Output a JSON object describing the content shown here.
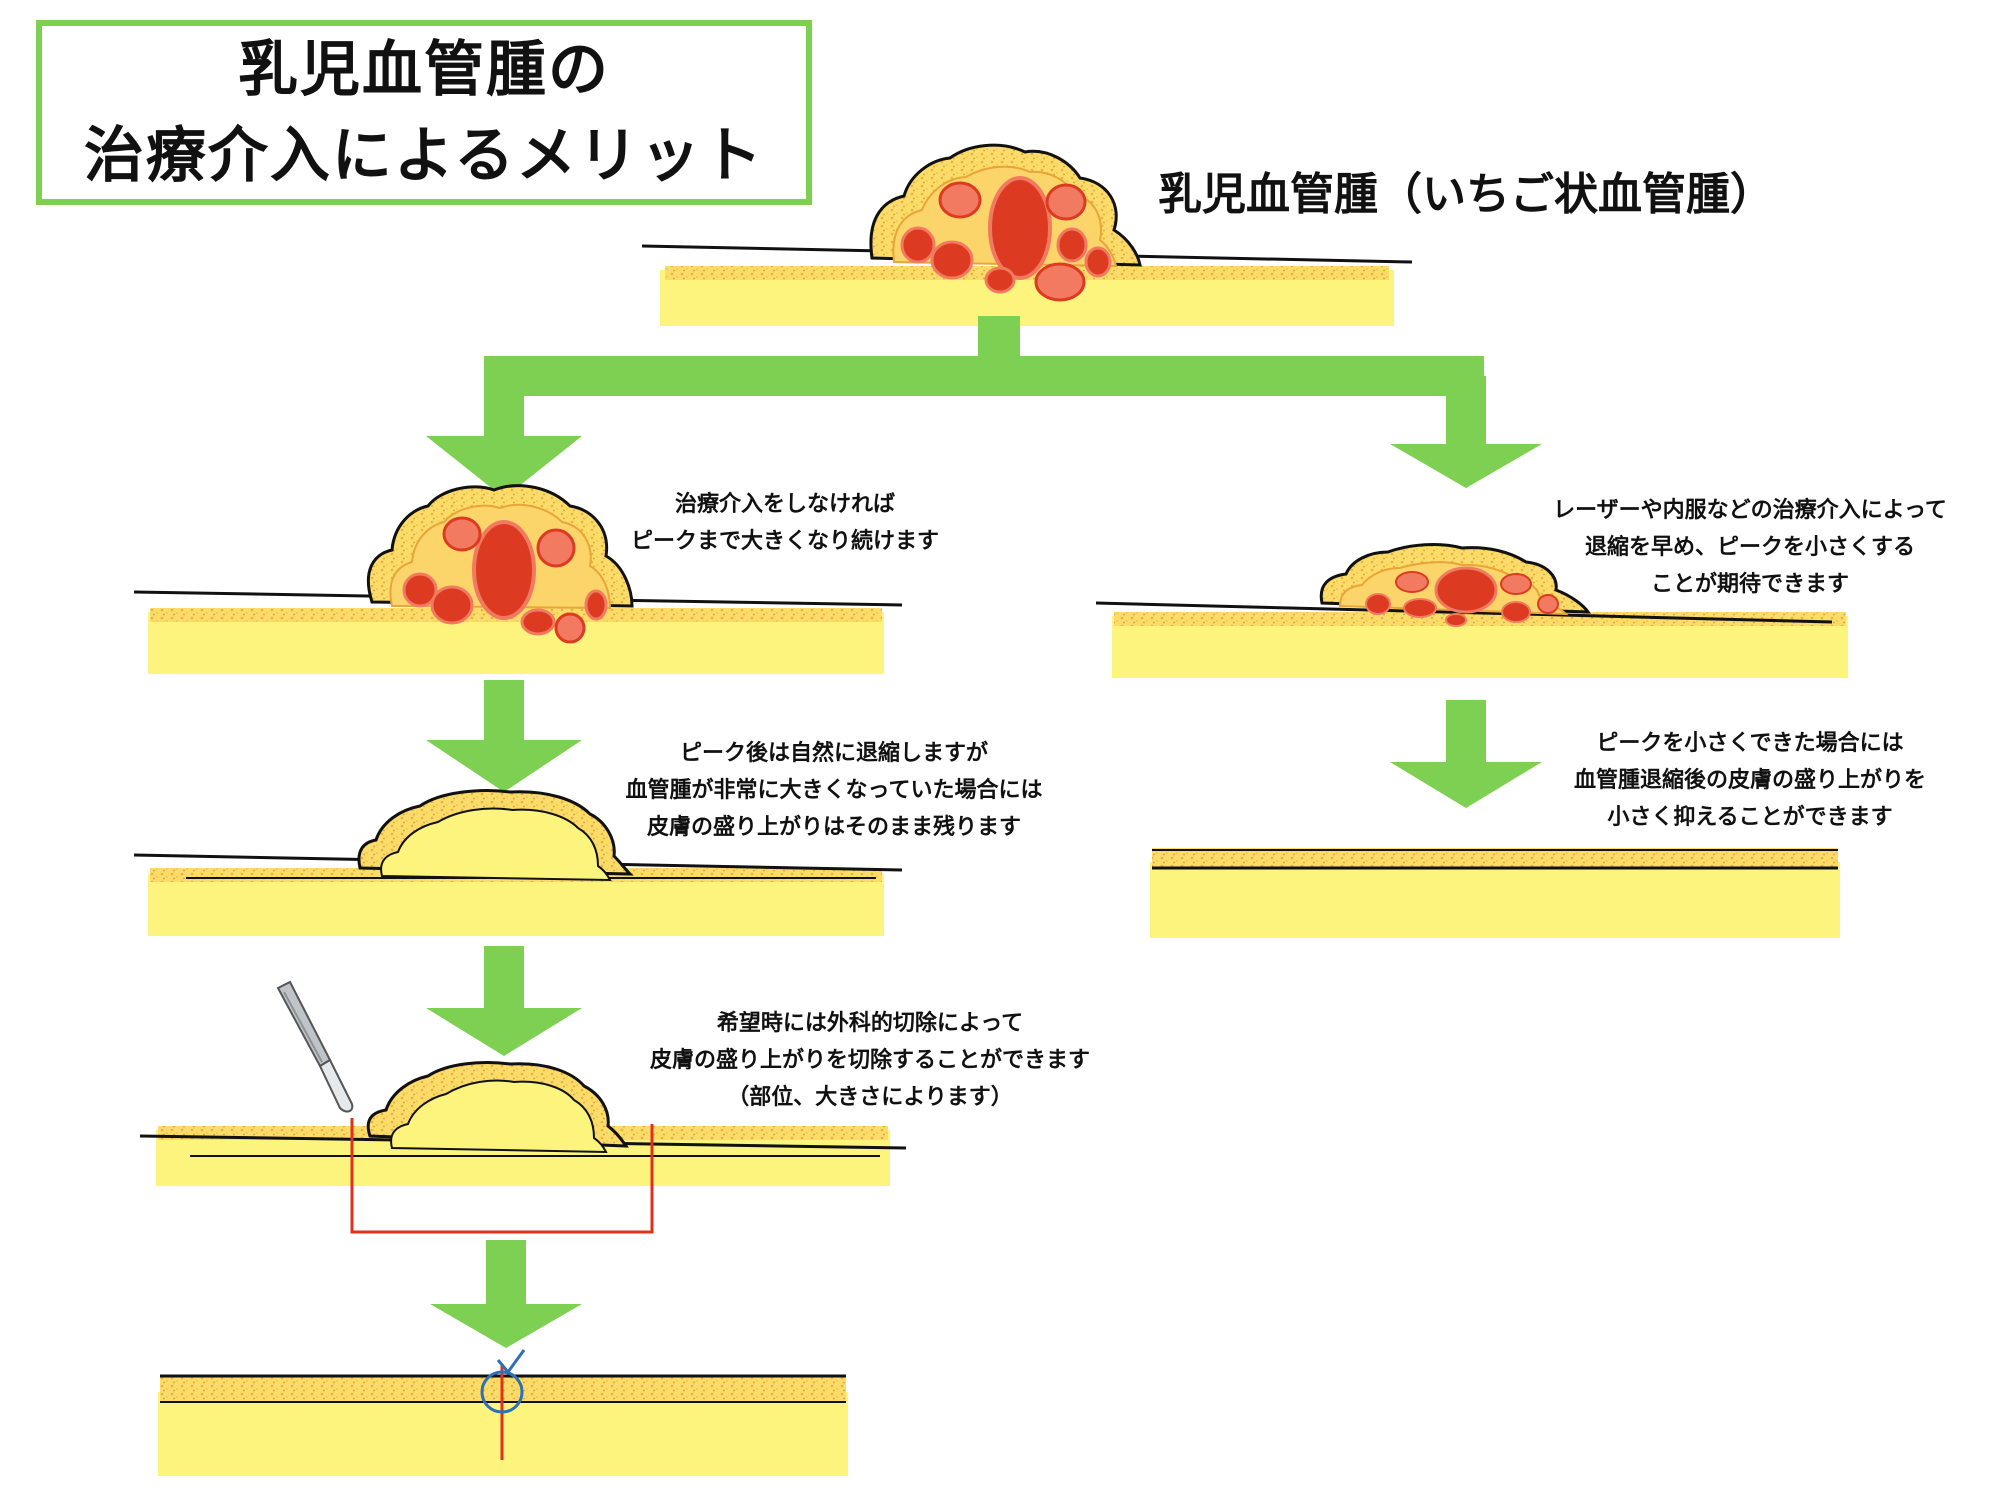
{
  "title": {
    "line1": "乳児血管腫の",
    "line2": "治療介入によるメリット"
  },
  "heading": "乳児血管腫（いちご状血管腫）",
  "captions": {
    "no_treatment": [
      "治療介入をしなければ",
      "ピークまで大きくなり続けます"
    ],
    "treatment": [
      "レーザーや内服などの治療介入によって",
      "退縮を早め、ピークを小さくする",
      "ことが期待できます"
    ],
    "after_peak": [
      "ピーク後は自然に退縮しますが",
      "血管腫が非常に大きくなっていた場合には",
      "皮膚の盛り上がりはそのまま残ります"
    ],
    "small_peak": [
      "ピークを小さくできた場合には",
      "血管腫退縮後の皮膚の盛り上がりを",
      "小さく抑えることができます"
    ],
    "surgery": [
      "希望時には外科的切除によって",
      "皮膚の盛り上がりを切除することができます",
      "（部位、大きさによります）"
    ]
  },
  "colors": {
    "arrow": "#7ed052",
    "skin": "#fdf47e",
    "skin_texture": "#f2c84a",
    "lesion_dark": "#dc3b22",
    "lesion_light": "#f27a60",
    "incision": "#e1311d",
    "suture": "#2e6fb6",
    "outline": "#111111"
  },
  "icons": [
    "scalpel-icon",
    "suture-icon"
  ]
}
